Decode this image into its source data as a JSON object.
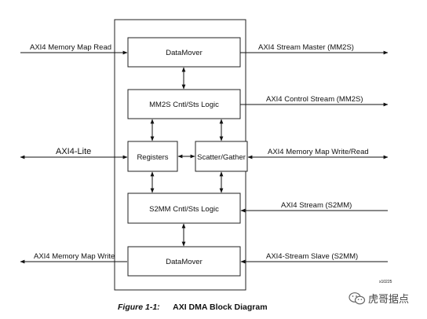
{
  "blocks": {
    "datamover_top": "DataMover",
    "mm2s_cntl": "MM2S Cntl/Sts Logic",
    "registers": "Registers",
    "scatter_gather": "Scatter/Gather",
    "s2mm_cntl": "S2MM Cntl/Sts Logic",
    "datamover_bottom": "DataMover"
  },
  "interfaces": {
    "axi4_mm_read": "AXI4 Memory Map Read",
    "axi4_stream_master": "AXI4 Stream Master (MM2S)",
    "axi4_control_stream": "AXI4 Control Stream (MM2S)",
    "axi4_lite": "AXI4-Lite",
    "axi4_mm_write_read": "AXI4 Memory Map Write/Read",
    "axi4_stream_s2mm": "AXI4 Stream (S2MM)",
    "axi4_mm_write": "AXI4 Memory Map Write",
    "axi4_stream_slave": "AXI4-Stream Slave (S2MM)"
  },
  "figure_id": "x10225",
  "caption": {
    "label": "Figure 1-1:",
    "title": "AXI DMA Block Diagram"
  },
  "watermark": "虎哥据点"
}
